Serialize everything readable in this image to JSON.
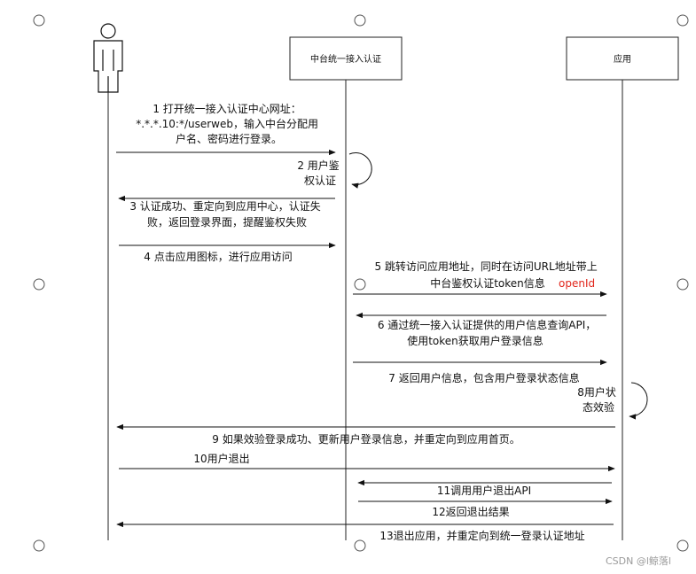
{
  "participants": {
    "middle": "中台统一接入认证",
    "app": "应用"
  },
  "messages": {
    "m1": [
      "1 打开统一接入认证中心网址：",
      "*.*.*.10:*/userweb，输入中台分配用",
      "户名、密码进行登录。"
    ],
    "m2": [
      "2 用户鉴",
      "权认证"
    ],
    "m3": [
      "3 认证成功、重定向到应用中心，认证失",
      "败，返回登录界面，提醒鉴权失败"
    ],
    "m4": "4 点击应用图标，进行应用访问",
    "m5": [
      "5 跳转访问应用地址，同时在访问URL地址带上",
      "中台鉴权认证token信息"
    ],
    "m5_note": "openId",
    "m6": [
      "6 通过统一接入认证提供的用户信息查询API，",
      "使用token获取用户登录信息"
    ],
    "m7": "7 返回用户信息，包含用户登录状态信息",
    "m8": [
      "8用户状",
      "态效验"
    ],
    "m9": "9 如果效验登录成功、更新用户登录信息，并重定向到应用首页。",
    "m10": "10用户退出",
    "m11": "11调用用户退出API",
    "m12": "12返回退出结果",
    "m13": "13退出应用，并重定向到统一登录认证地址"
  },
  "watermark": "CSDN @l鲸落l"
}
